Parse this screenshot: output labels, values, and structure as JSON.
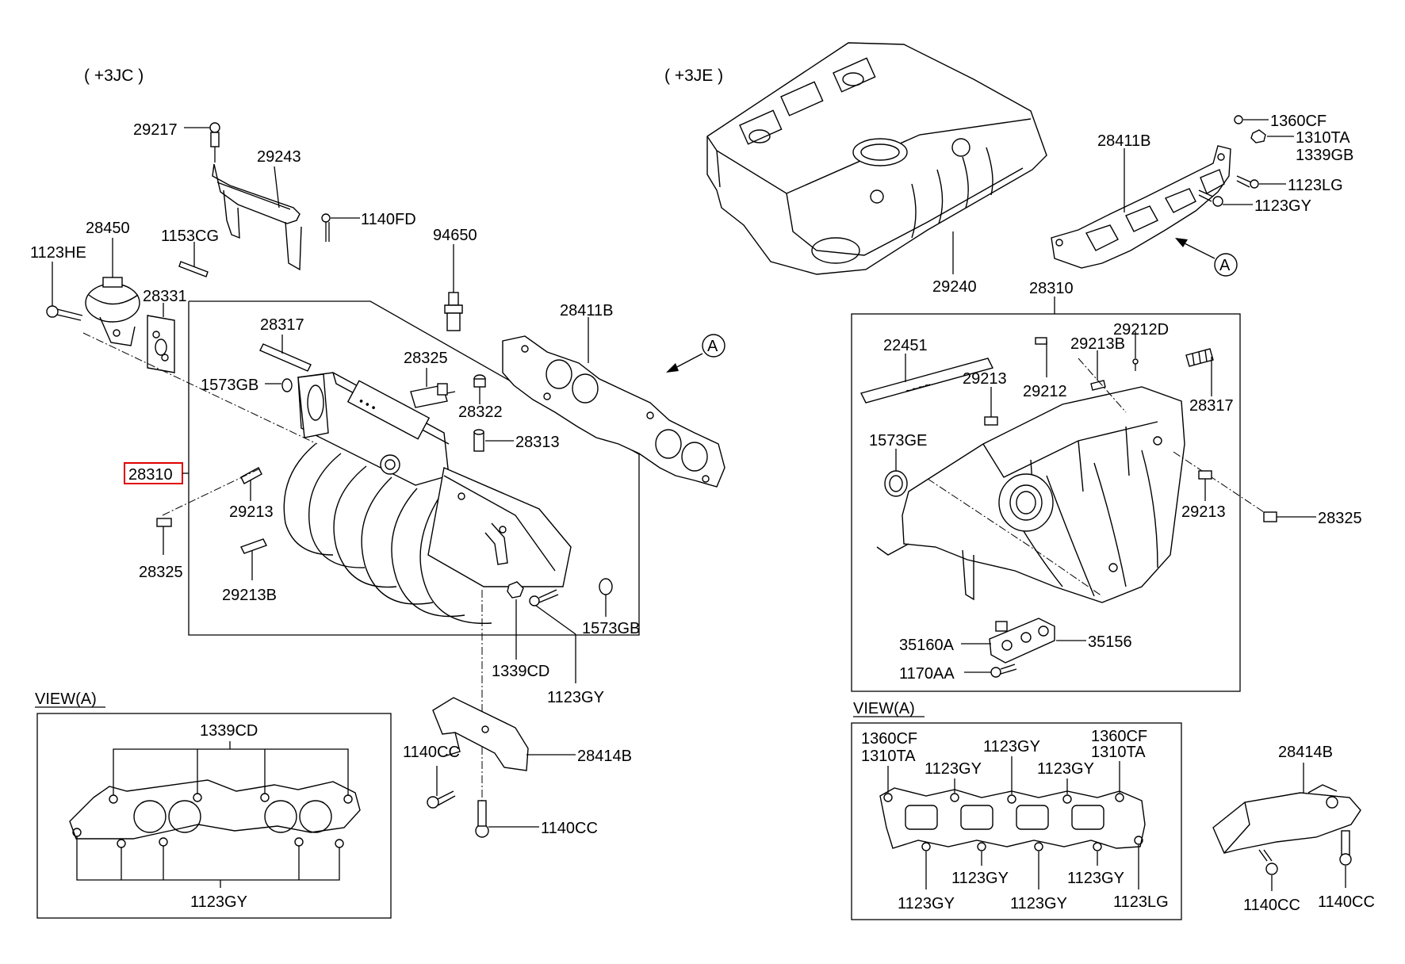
{
  "sections": {
    "left_variant": "( +3JC )",
    "right_variant": "( +3JE )",
    "left_view": "VIEW(A)",
    "right_view": "VIEW(A)"
  },
  "callouts": {
    "a_left": "A",
    "a_right": "A"
  },
  "highlight_color": "#e00000",
  "parts_left": {
    "p29217": "29217",
    "p29243": "29243",
    "p1140FD": "1140FD",
    "p1153CG": "1153CG",
    "p28450": "28450",
    "p1123HE": "1123HE",
    "p28331": "28331",
    "p94650": "94650",
    "p28317": "28317",
    "p28411B": "28411B",
    "p28325a": "28325",
    "p1573GB_a": "1573GB",
    "p28322": "28322",
    "p28313": "28313",
    "p28310": "28310",
    "p29213": "29213",
    "p28325b": "28325",
    "p29213B": "29213B",
    "p1573GB_b": "1573GB",
    "p1339CD": "1339CD",
    "p1123GY": "1123GY",
    "p1140CC_a": "1140CC",
    "p28414B": "28414B",
    "p1140CC_b": "1140CC"
  },
  "view_left": {
    "top": "1339CD",
    "bottom": "1123GY"
  },
  "parts_right": {
    "p28411B": "28411B",
    "p1360CF": "1360CF",
    "p1310TA": "1310TA",
    "p1339GB": "1339GB",
    "p1123LG": "1123LG",
    "p1123GY": "1123GY",
    "p29240": "29240",
    "p28310": "28310",
    "p22451": "22451",
    "p29212D": "29212D",
    "p29213B": "29213B",
    "p29213a": "29213",
    "p29212": "29212",
    "p28317": "28317",
    "p1573GE": "1573GE",
    "p29213b": "29213",
    "p28325": "28325",
    "p35160A": "35160A",
    "p35156": "35156",
    "p1170AA": "1170AA"
  },
  "view_right": {
    "l1360CF": "1360CF",
    "l1310TA": "1310TA",
    "r1360CF": "1360CF",
    "r1310TA": "1310TA",
    "gy1": "1123GY",
    "gy2": "1123GY",
    "gy3": "1123GY",
    "gy4": "1123GY",
    "gy5": "1123GY",
    "gy6": "1123GY",
    "gy7": "1123GY",
    "lg": "1123LG"
  },
  "parts_bracket_right": {
    "p28414B": "28414B",
    "p1140CC_a": "1140CC",
    "p1140CC_b": "1140CC"
  }
}
